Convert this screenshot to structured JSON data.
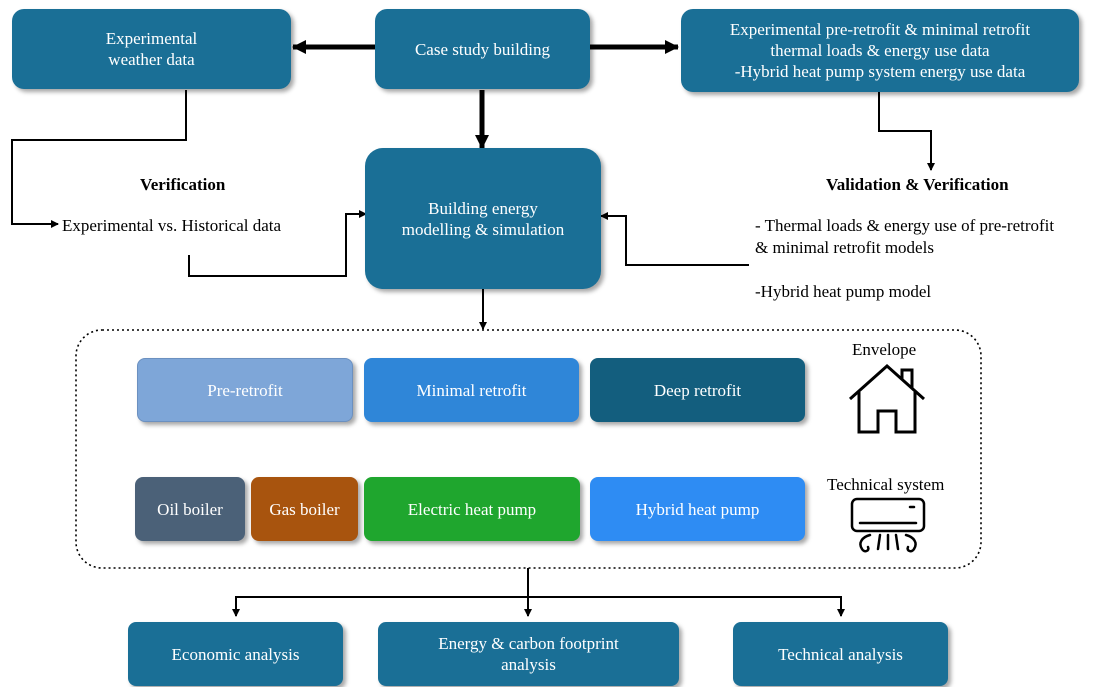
{
  "top": {
    "weather": "Experimental\nweather data",
    "case_study": "Case study building",
    "experimental_data": "Experimental pre-retrofit & minimal retrofit\nthermal loads & energy use data\n-Hybrid heat pump system energy use data"
  },
  "center": {
    "modelling": "Building energy\nmodelling & simulation"
  },
  "left_panel": {
    "heading": "Verification",
    "text": "Experimental vs. Historical data"
  },
  "right_panel": {
    "heading": "Validation & Verification",
    "line1": "- Thermal loads & energy use of  pre-retrofit\n& minimal retrofit models",
    "line2": "-Hybrid heat pump model"
  },
  "envelope": {
    "label": "Envelope",
    "options": [
      "Pre-retrofit",
      "Minimal retrofit",
      "Deep retrofit"
    ]
  },
  "technical_system": {
    "label": "Technical system",
    "options": [
      "Oil boiler",
      "Gas boiler",
      "Electric heat pump",
      "Hybrid heat pump"
    ]
  },
  "analyses": [
    "Economic analysis",
    "Energy & carbon footprint\nanalysis",
    "Technical analysis"
  ],
  "colors": {
    "teal": "#1a6f96",
    "pre_retrofit": "#7ea6d8",
    "minimal_retrofit": "#2f86d8",
    "deep_retrofit": "#135e7e",
    "oil_boiler": "#4b6178",
    "gas_boiler": "#a8540e",
    "electric_heat_pump": "#1fa62e",
    "hybrid_heat_pump": "#2e8cf3"
  },
  "icons": {
    "envelope": "house-icon",
    "technical_system": "air-conditioner-icon"
  }
}
